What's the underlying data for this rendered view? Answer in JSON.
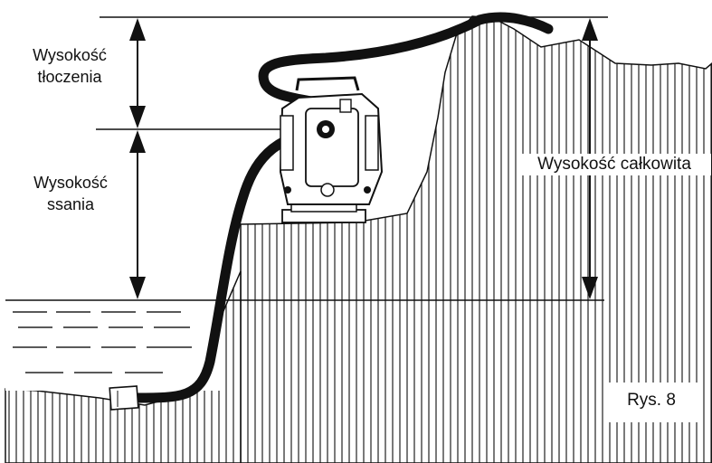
{
  "labels": {
    "discharge_height": [
      "Wysokość",
      "tłoczenia"
    ],
    "suction_height": [
      "Wysokość",
      "ssania"
    ],
    "total_height": "Wysokość całkowita",
    "figure_number": "Rys. 8"
  },
  "icons": {
    "pump": "water-pump-icon",
    "suction_strainer": "strainer-icon"
  },
  "colors": {
    "ink": "#111111",
    "background": "#ffffff"
  }
}
